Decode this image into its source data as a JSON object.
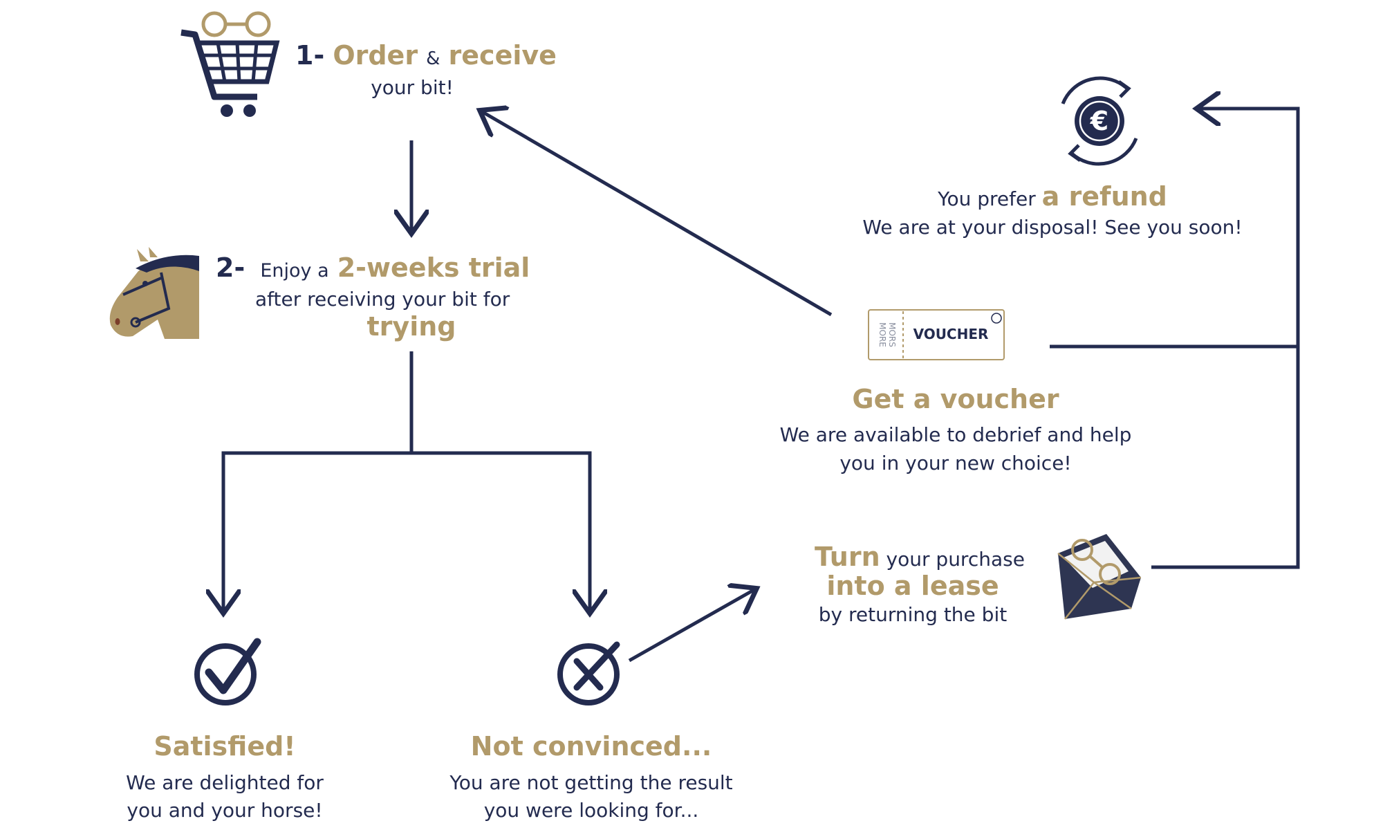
{
  "colors": {
    "navy": "#232b4f",
    "gold": "#b19a6a",
    "background": "#ffffff"
  },
  "step1": {
    "number": "1-",
    "order": "Order",
    "amp": "&",
    "receive": "receive",
    "sub": "your bit!",
    "icon": "shopping-cart-icon"
  },
  "step2": {
    "number": "2-",
    "enjoy": "Enjoy a",
    "trial": "2-weeks trial",
    "line2": "after receiving your bit for",
    "trying": "trying",
    "icon": "horse-head-icon"
  },
  "satisfied": {
    "title": "Satisfied!",
    "line1": "We are delighted for",
    "line2": "you and your horse!",
    "icon": "check-circle-icon"
  },
  "not_convinced": {
    "title": "Not convinced...",
    "line1": "You are not getting the result",
    "line2": "you were looking for...",
    "icon": "x-circle-icon"
  },
  "refund": {
    "prefix": "You prefer",
    "highlight": "a refund",
    "line2": "We are at your disposal! See you soon!",
    "icon": "euro-refund-icon"
  },
  "voucher": {
    "ticket_brand_1": "MORS",
    "ticket_brand_2": "MORE",
    "ticket_label": "VOUCHER",
    "title": "Get a voucher",
    "line1": "We are available to debrief and help",
    "line2": "you in your new choice!",
    "icon": "voucher-ticket-icon"
  },
  "lease": {
    "turn": "Turn",
    "purchase": "your purchase",
    "into": "into a lease",
    "line3": "by returning the bit",
    "icon": "envelope-icon"
  }
}
